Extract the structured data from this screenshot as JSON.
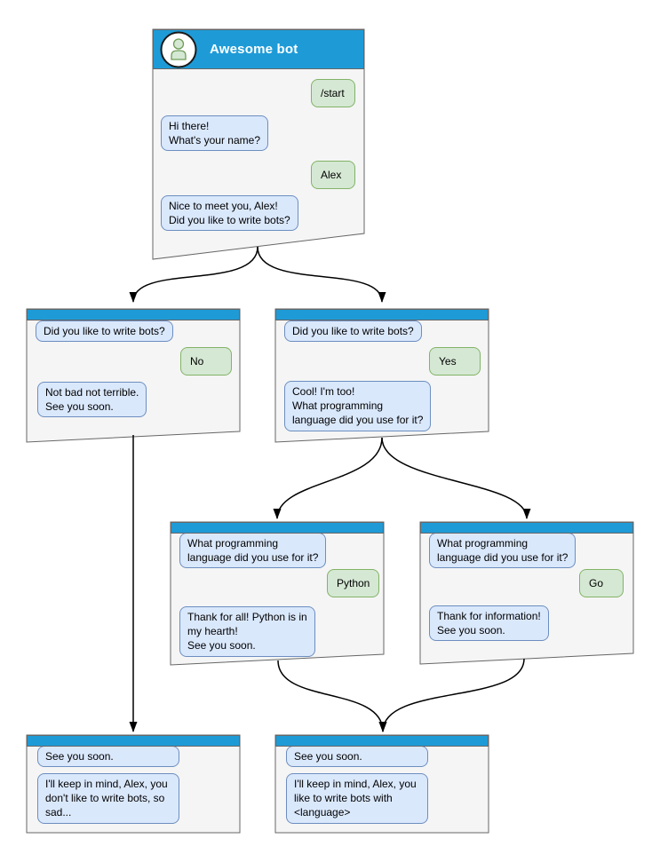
{
  "colors": {
    "header_blue": "#1e9bd7",
    "window_fill": "#f5f5f5",
    "window_border": "#666666",
    "bot_bubble_fill": "#dae8fc",
    "bot_bubble_border": "#6c8ebf",
    "user_bubble_fill": "#d5e8d4",
    "user_bubble_border": "#82b366",
    "connector": "#000000"
  },
  "windows": {
    "main": {
      "title": "Awesome bot",
      "messages": [
        {
          "from": "user",
          "text": "/start"
        },
        {
          "from": "bot",
          "text": "Hi there!\nWhat's your name?"
        },
        {
          "from": "user",
          "text": "Alex"
        },
        {
          "from": "bot",
          "text": "Nice to meet you, Alex!\nDid you like to write bots?"
        }
      ]
    },
    "no_branch": {
      "messages": [
        {
          "from": "bot",
          "text": "Did you like to write bots?"
        },
        {
          "from": "user",
          "text": "No"
        },
        {
          "from": "bot",
          "text": "Not bad not terrible.\nSee you soon."
        }
      ]
    },
    "yes_branch": {
      "messages": [
        {
          "from": "bot",
          "text": "Did you like to write bots?"
        },
        {
          "from": "user",
          "text": "Yes"
        },
        {
          "from": "bot",
          "text": "Cool! I'm too!\nWhat programming\nlanguage did you use for it?"
        }
      ]
    },
    "python_branch": {
      "messages": [
        {
          "from": "bot",
          "text": "What programming\nlanguage did you use for it?"
        },
        {
          "from": "user",
          "text": "Python"
        },
        {
          "from": "bot",
          "text": "Thank for all! Python is in\nmy hearth!\nSee you soon."
        }
      ]
    },
    "go_branch": {
      "messages": [
        {
          "from": "bot",
          "text": "What programming\nlanguage did you use for it?"
        },
        {
          "from": "user",
          "text": "Go"
        },
        {
          "from": "bot",
          "text": "Thank for information!\nSee you soon."
        }
      ]
    },
    "end_no": {
      "messages": [
        {
          "from": "bot",
          "text": "See you soon."
        },
        {
          "from": "bot",
          "text": "I'll keep in mind, Alex, you\ndon't like to write bots, so\nsad..."
        }
      ]
    },
    "end_yes": {
      "messages": [
        {
          "from": "bot",
          "text": "See you soon."
        },
        {
          "from": "bot",
          "text": "I'll keep in mind, Alex, you\nlike to write bots with\n<language>"
        }
      ]
    }
  }
}
